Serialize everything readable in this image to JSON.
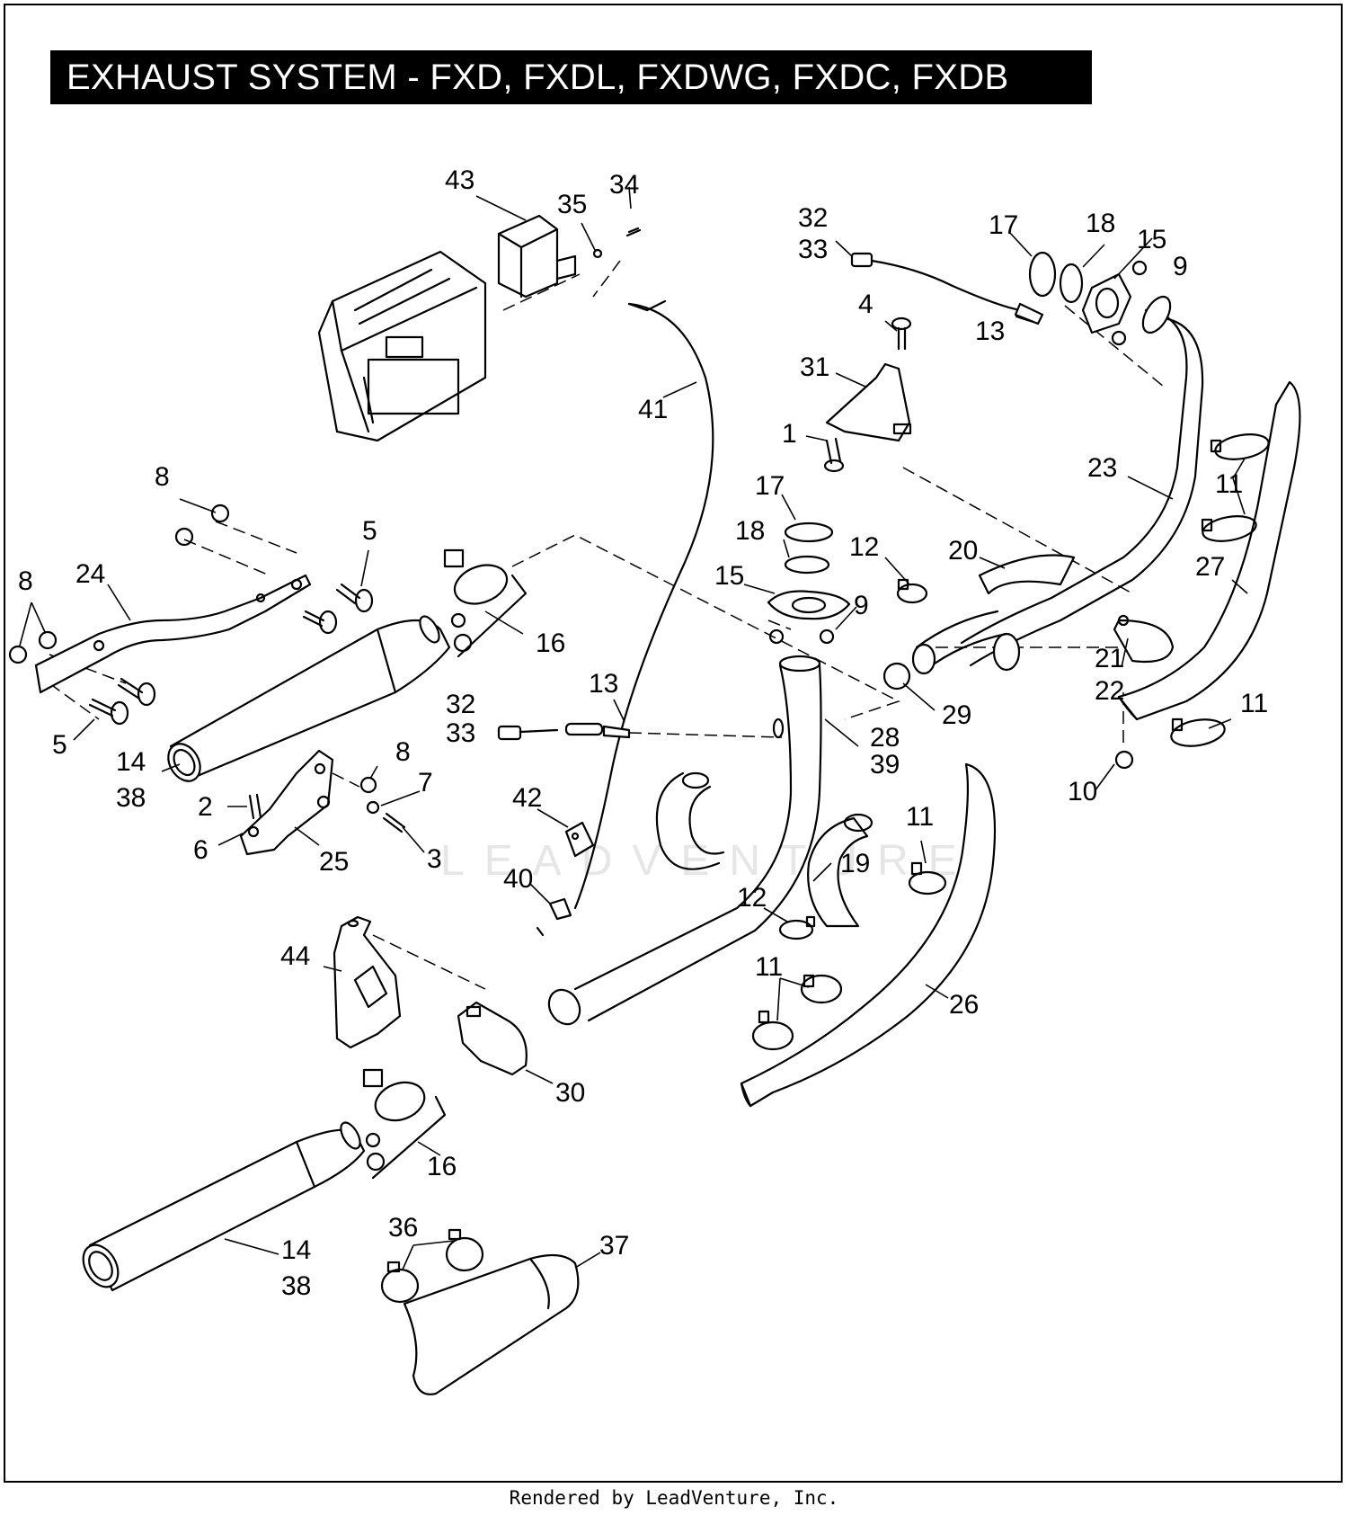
{
  "title": "EXHAUST SYSTEM - FXD, FXDL, FXDWG, FXDC, FXDB",
  "footer": "Rendered by LeadVenture, Inc.",
  "watermark": "LEADVENTURE",
  "callouts": [
    {
      "id": "43",
      "text": "43"
    },
    {
      "id": "35",
      "text": "35"
    },
    {
      "id": "34",
      "text": "34"
    },
    {
      "id": "41",
      "text": "41"
    },
    {
      "id": "32a",
      "text": "32"
    },
    {
      "id": "33a",
      "text": "33"
    },
    {
      "id": "17a",
      "text": "17"
    },
    {
      "id": "18a",
      "text": "18"
    },
    {
      "id": "15a",
      "text": "15"
    },
    {
      "id": "9a",
      "text": "9"
    },
    {
      "id": "13a",
      "text": "13"
    },
    {
      "id": "4",
      "text": "4"
    },
    {
      "id": "31",
      "text": "31"
    },
    {
      "id": "1",
      "text": "1"
    },
    {
      "id": "23",
      "text": "23"
    },
    {
      "id": "11a",
      "text": "11"
    },
    {
      "id": "27",
      "text": "27"
    },
    {
      "id": "17b",
      "text": "17"
    },
    {
      "id": "18b",
      "text": "18"
    },
    {
      "id": "15b",
      "text": "15"
    },
    {
      "id": "9b",
      "text": "9"
    },
    {
      "id": "12a",
      "text": "12"
    },
    {
      "id": "20",
      "text": "20"
    },
    {
      "id": "21",
      "text": "21"
    },
    {
      "id": "22",
      "text": "22"
    },
    {
      "id": "29",
      "text": "29"
    },
    {
      "id": "11b",
      "text": "11"
    },
    {
      "id": "10",
      "text": "10"
    },
    {
      "id": "28",
      "text": "28"
    },
    {
      "id": "39",
      "text": "39"
    },
    {
      "id": "8a",
      "text": "8"
    },
    {
      "id": "5a",
      "text": "5"
    },
    {
      "id": "8b",
      "text": "8"
    },
    {
      "id": "24",
      "text": "24"
    },
    {
      "id": "16a",
      "text": "16"
    },
    {
      "id": "5b",
      "text": "5"
    },
    {
      "id": "14a",
      "text": "14"
    },
    {
      "id": "38a",
      "text": "38"
    },
    {
      "id": "13b",
      "text": "13"
    },
    {
      "id": "32b",
      "text": "32"
    },
    {
      "id": "33b",
      "text": "33"
    },
    {
      "id": "8c",
      "text": "8"
    },
    {
      "id": "7",
      "text": "7"
    },
    {
      "id": "2",
      "text": "2"
    },
    {
      "id": "6",
      "text": "6"
    },
    {
      "id": "25",
      "text": "25"
    },
    {
      "id": "3",
      "text": "3"
    },
    {
      "id": "42",
      "text": "42"
    },
    {
      "id": "40",
      "text": "40"
    },
    {
      "id": "11c",
      "text": "11"
    },
    {
      "id": "19",
      "text": "19"
    },
    {
      "id": "12b",
      "text": "12"
    },
    {
      "id": "11d",
      "text": "11"
    },
    {
      "id": "44",
      "text": "44"
    },
    {
      "id": "26",
      "text": "26"
    },
    {
      "id": "30",
      "text": "30"
    },
    {
      "id": "16b",
      "text": "16"
    },
    {
      "id": "14b",
      "text": "14"
    },
    {
      "id": "38b",
      "text": "38"
    },
    {
      "id": "36",
      "text": "36"
    },
    {
      "id": "37",
      "text": "37"
    }
  ]
}
